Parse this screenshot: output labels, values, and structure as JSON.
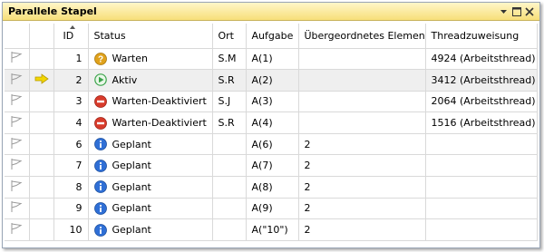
{
  "window": {
    "title": "Parallele Stapel"
  },
  "columns": [
    "",
    "",
    "ID",
    "Status",
    "Ort",
    "Aufgabe",
    "Übergeordnetes Element",
    "Threadzuweisung"
  ],
  "rows": [
    {
      "id": "1",
      "status": "Warten",
      "status_icon": "question-icon",
      "ort": "S.M",
      "aufgabe": "A(1)",
      "parent": "",
      "thread": "4924 (Arbeitsthread)",
      "active": false
    },
    {
      "id": "2",
      "status": "Aktiv",
      "status_icon": "play-icon",
      "ort": "S.R",
      "aufgabe": "A(2)",
      "parent": "",
      "thread": "3412 (Arbeitsthread)",
      "active": true
    },
    {
      "id": "3",
      "status": "Warten-Deaktiviert",
      "status_icon": "stop-icon",
      "ort": "S.J",
      "aufgabe": "A(3)",
      "parent": "",
      "thread": "2064 (Arbeitsthread)",
      "active": false
    },
    {
      "id": "4",
      "status": "Warten-Deaktiviert",
      "status_icon": "stop-icon",
      "ort": "S.R",
      "aufgabe": "A(4)",
      "parent": "",
      "thread": "1516 (Arbeitsthread)",
      "active": false
    },
    {
      "id": "6",
      "status": "Geplant",
      "status_icon": "info-icon",
      "ort": "",
      "aufgabe": "A(6)",
      "parent": "2",
      "thread": "",
      "active": false
    },
    {
      "id": "7",
      "status": "Geplant",
      "status_icon": "info-icon",
      "ort": "",
      "aufgabe": "A(7)",
      "parent": "2",
      "thread": "",
      "active": false
    },
    {
      "id": "8",
      "status": "Geplant",
      "status_icon": "info-icon",
      "ort": "",
      "aufgabe": "A(8)",
      "parent": "2",
      "thread": "",
      "active": false
    },
    {
      "id": "9",
      "status": "Geplant",
      "status_icon": "info-icon",
      "ort": "",
      "aufgabe": "A(9)",
      "parent": "2",
      "thread": "",
      "active": false
    },
    {
      "id": "10",
      "status": "Geplant",
      "status_icon": "info-icon",
      "ort": "",
      "aufgabe": "A(\"10\")",
      "parent": "2",
      "thread": "",
      "active": false
    }
  ],
  "colors": {
    "titlebar": "#f7df7a",
    "active_row": "#efefef",
    "arrow": "#f2d600",
    "stop": "#d83b2b",
    "info": "#2f6fd6",
    "play": "#3aa34a",
    "question": "#e0a21c"
  }
}
